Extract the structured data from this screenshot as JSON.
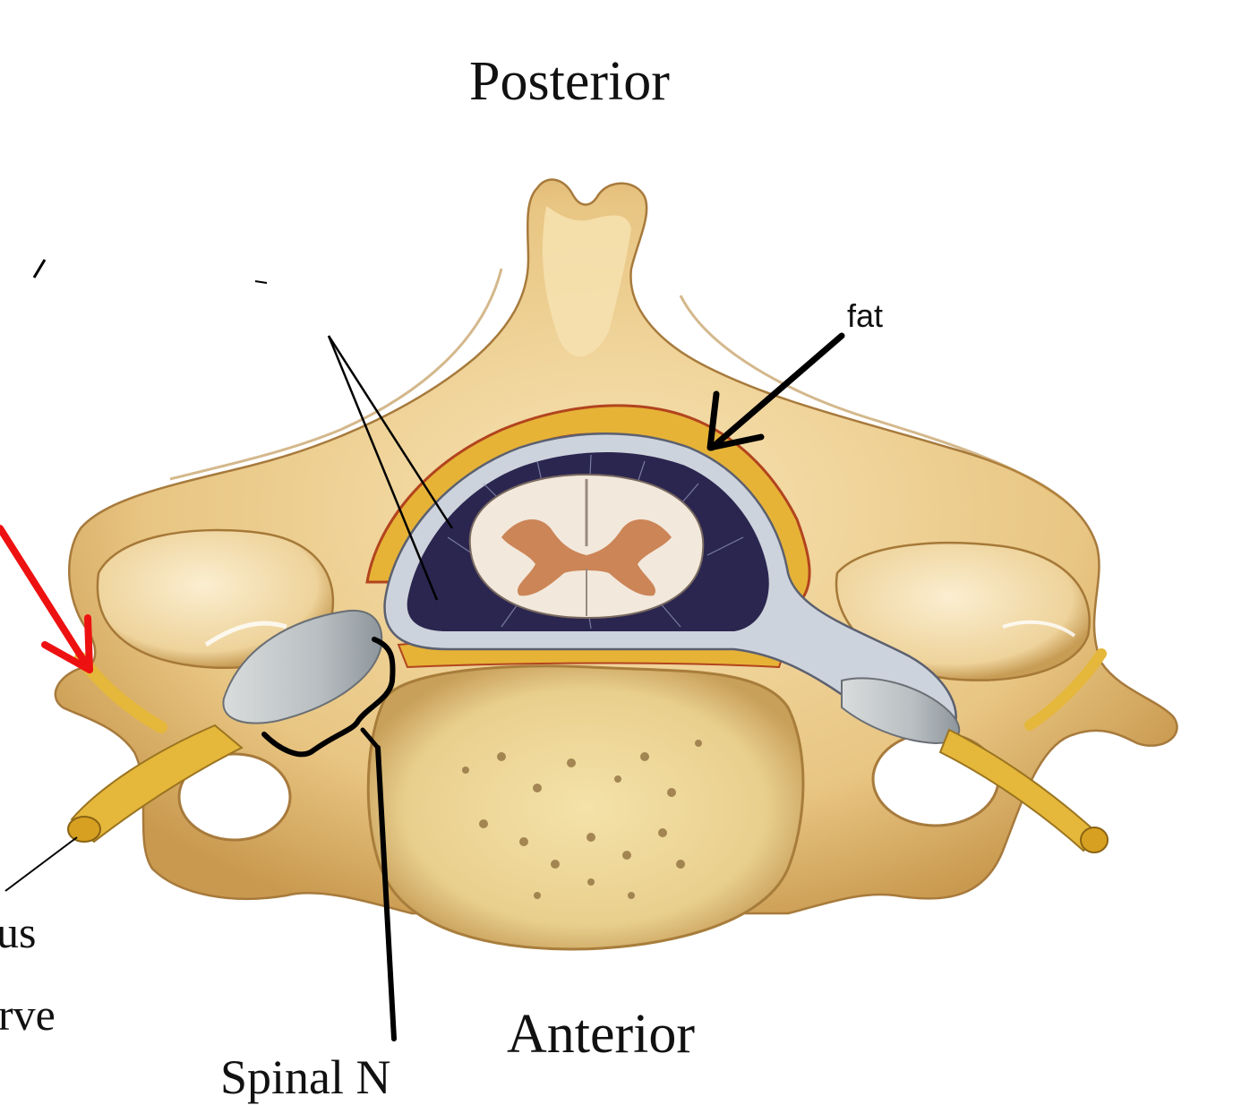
{
  "labels": {
    "posterior": "Posterior",
    "anterior": "Anterior",
    "fat": "fat",
    "partial_left_upper": "us",
    "partial_left_lower": "rve",
    "partial_bottom": "Spinal N"
  },
  "colors": {
    "bone": "#e9c98a",
    "bone_light": "#f5dfab",
    "bone_shadow": "#b88a45",
    "fat": "#e8b43a",
    "dura": "#c9cfd8",
    "subarachnoid": "#2a2448",
    "cord_white": "#f3e9de",
    "cord_grey": "#c97a4a",
    "nerve": "#e6b93a",
    "red_arrow": "#ee1111",
    "ink": "#000000"
  },
  "icons": [
    "arrow-icon",
    "brace-icon"
  ]
}
